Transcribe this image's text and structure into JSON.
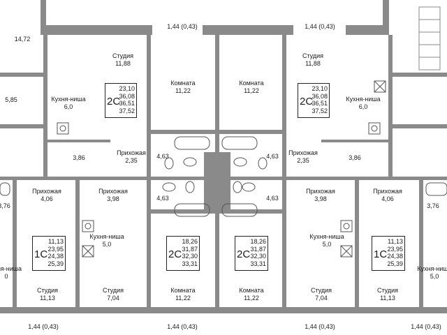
{
  "balconies": {
    "top_left": "1,44 (0,43)",
    "top_right": "1,44 (0,43)",
    "bottom_1": "1,44 (0,43)",
    "bottom_2": "1,44 (0,43)",
    "bottom_3": "1,44 (0,43)",
    "bottom_4": "1,44 (0,43)"
  },
  "edge_areas": {
    "top_left_room": "14,72",
    "left_small_room": "5,85",
    "left_bath": "3,76",
    "right_bath": "3,76"
  },
  "rooms": {
    "studio_tl": {
      "label": "Студия",
      "area": "11,88"
    },
    "kitchen_tl": {
      "label": "Кухня-ниша",
      "area": "6,0"
    },
    "room_t1": {
      "label": "Комната",
      "area": "11,22"
    },
    "room_t2": {
      "label": "Комната",
      "area": "11,22"
    },
    "studio_tr": {
      "label": "Студия",
      "area": "11,88"
    },
    "kitchen_tr": {
      "label": "Кухня-ниша",
      "area": "6,0"
    },
    "bath_tl": {
      "area": "3,86"
    },
    "hall_tl": {
      "label": "Прихожая",
      "area": "2,35"
    },
    "wc_t1": {
      "area": "4,63"
    },
    "wc_t2": {
      "area": "4,63"
    },
    "hall_tr": {
      "label": "Прихожая",
      "area": "2,35"
    },
    "bath_tr": {
      "area": "3,86"
    },
    "hall_bl": {
      "label": "Прихожая",
      "area": "4,06"
    },
    "hall_b2": {
      "label": "Прихожая",
      "area": "3,98"
    },
    "wc_b1": {
      "area": "4,63"
    },
    "wc_b2": {
      "area": "4,63"
    },
    "hall_b3": {
      "label": "Прихожая",
      "area": "3,98"
    },
    "hall_br": {
      "label": "Прихожая",
      "area": "4,06"
    },
    "kitchen_b2": {
      "label": "Кухня-ниша",
      "area": "5,0"
    },
    "kitchen_b3": {
      "label": "Кухня-ниша",
      "area": "5,0"
    },
    "kitchen_left_edge": {
      "label": "ухня-ниша",
      "area": "0"
    },
    "kitchen_right_edge": {
      "label": "Кухня-ниша",
      "area": "5,0"
    },
    "studio_b1": {
      "label": "Студия",
      "area": "11,13"
    },
    "studio_b2": {
      "label": "Студия",
      "area": "7,04"
    },
    "room_b1": {
      "label": "Комната",
      "area": "11,22"
    },
    "room_b2": {
      "label": "Комната",
      "area": "11,22"
    },
    "studio_b3": {
      "label": "Студия",
      "area": "7,04"
    },
    "studio_b4": {
      "label": "Студия",
      "area": "11,13"
    }
  },
  "apartments": {
    "a_tl": {
      "code": "2С",
      "areas": [
        "23,10",
        "36,08",
        "36,51",
        "37,52"
      ]
    },
    "a_tr": {
      "code": "2С",
      "areas": [
        "23,10",
        "36,08",
        "36,51",
        "37,52"
      ]
    },
    "a_b1": {
      "code": "1С",
      "areas": [
        "11,13",
        "23,95",
        "24,38",
        "25,39"
      ]
    },
    "a_b2": {
      "code": "2С",
      "areas": [
        "18,26",
        "31,87",
        "32,30",
        "33,31"
      ]
    },
    "a_b3": {
      "code": "2С",
      "areas": [
        "18,26",
        "31,87",
        "32,30",
        "33,31"
      ]
    },
    "a_b4": {
      "code": "1С",
      "areas": [
        "11,13",
        "23,95",
        "24,38",
        "25,39"
      ]
    }
  }
}
